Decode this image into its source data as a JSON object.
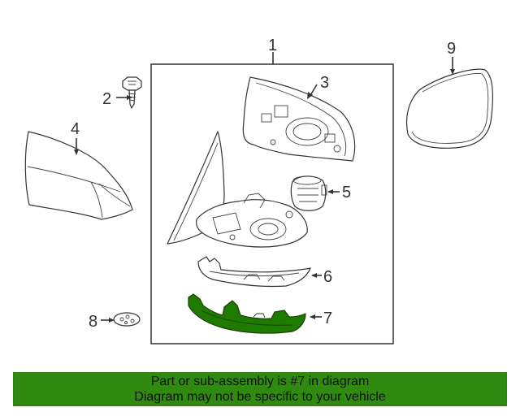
{
  "callouts": [
    "1",
    "2",
    "3",
    "4",
    "5",
    "6",
    "7",
    "8",
    "9"
  ],
  "highlight": {
    "part": "7",
    "color": "#1f7a00"
  },
  "banner": {
    "line1": "Part or sub-assembly is #7 in diagram",
    "line2": "Diagram may not be specific to your vehicle",
    "color": "#2f8a0f"
  }
}
